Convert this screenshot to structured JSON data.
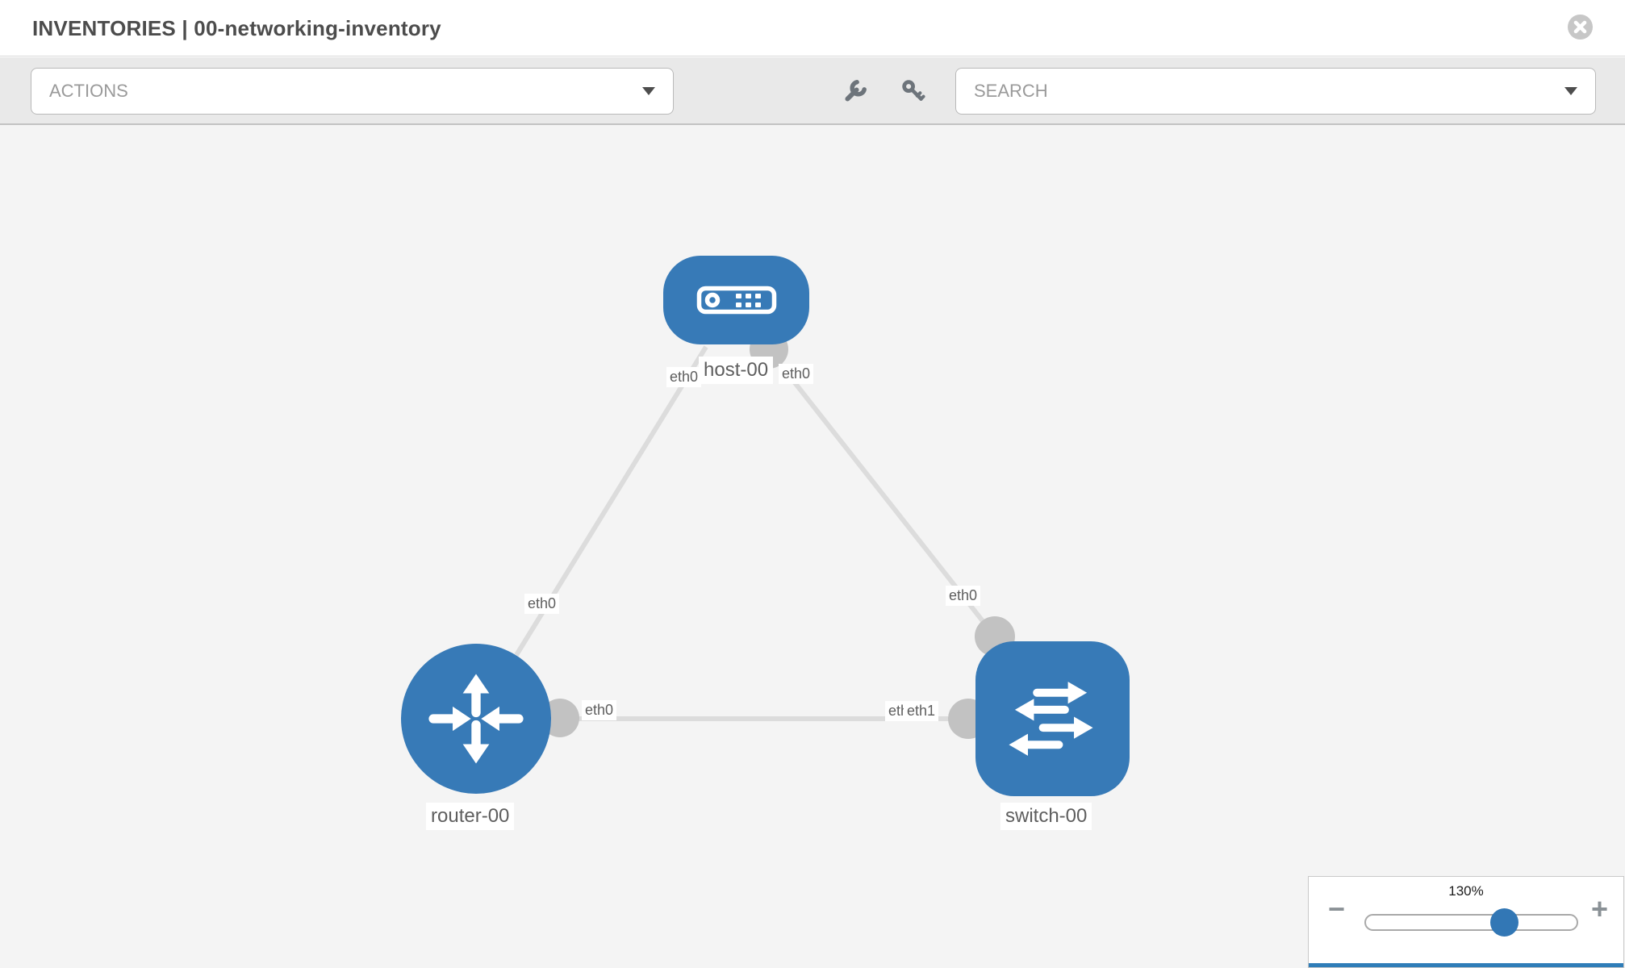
{
  "header": {
    "title": "INVENTORIES | 00-networking-inventory"
  },
  "toolbar": {
    "actions_label": "ACTIONS",
    "search_label": "SEARCH",
    "icons": [
      "wrench-icon",
      "key-icon"
    ]
  },
  "topology": {
    "nodes": [
      {
        "label": "host-00",
        "type": "host",
        "icon": "server-icon"
      },
      {
        "label": "router-00",
        "type": "router",
        "icon": "router-arrows-icon"
      },
      {
        "label": "switch-00",
        "type": "switch",
        "icon": "switch-arrows-icon"
      }
    ],
    "links": [
      {
        "from": "host-00",
        "to": "router-00",
        "from_label": "eth0",
        "to_label": "eth0"
      },
      {
        "from": "host-00",
        "to": "switch-00",
        "from_label": "eth0",
        "to_label": "eth0"
      },
      {
        "from": "router-00",
        "to": "switch-00",
        "from_label": "eth0",
        "to_label": "eth1",
        "to_label_behind": "eth0"
      }
    ]
  },
  "zoom_control": {
    "value": "130%",
    "minus": "−",
    "plus": "+"
  },
  "colors": {
    "node_blue": "#377ab7",
    "link_gray": "#dcdcdc",
    "connector_gray": "#c2c2c2",
    "canvas_bg": "#f4f4f4",
    "toolbar_bg": "#e9e9e9"
  }
}
